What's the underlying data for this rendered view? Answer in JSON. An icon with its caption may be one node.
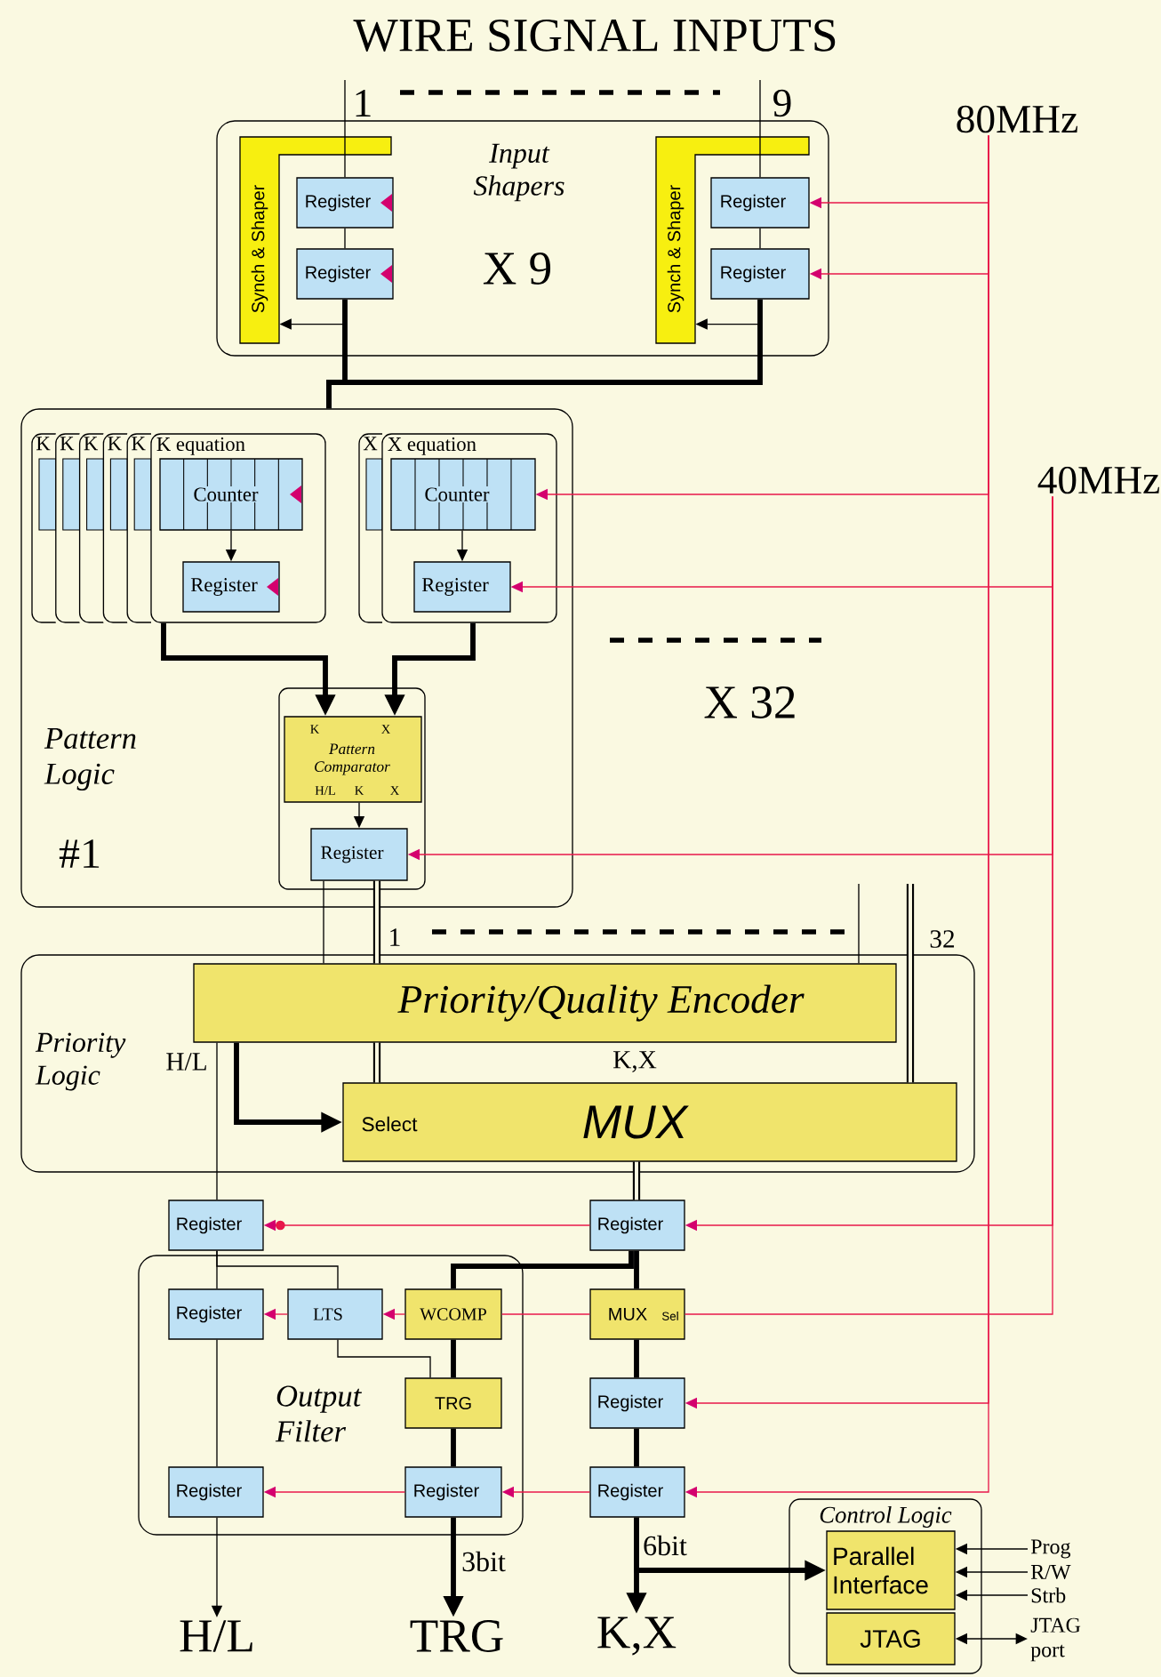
{
  "diagram": {
    "title": "WIRE SIGNAL INPUTS",
    "nodes": [
      {
        "text": [
          "Input Shapers"
        ]
      },
      {
        "text": [
          "Synch & Shaper"
        ],
        "in": 0
      },
      {
        "text": [
          "Register"
        ],
        "in": 0
      },
      {
        "text": [
          "Register"
        ],
        "in": 0
      },
      {
        "text": [
          "Synch & Shaper"
        ],
        "in": 0
      },
      {
        "text": [
          "Register"
        ],
        "in": 0
      },
      {
        "text": [
          "Register"
        ],
        "in": 0
      },
      {
        "text": [
          "Pattern Logic",
          "#1"
        ]
      },
      {
        "text": [
          "K"
        ],
        "in": 7
      },
      {
        "text": [
          "K"
        ],
        "in": 7
      },
      {
        "text": [
          "K"
        ],
        "in": 7
      },
      {
        "text": [
          "K"
        ],
        "in": 7
      },
      {
        "text": [
          "K"
        ],
        "in": 7
      },
      {
        "text": [
          "K equation"
        ],
        "in": 7
      },
      {
        "text": [
          "Counter"
        ],
        "in": 13
      },
      {
        "text": [
          "Register"
        ],
        "in": 13
      },
      {
        "text": [
          "X"
        ],
        "in": 7
      },
      {
        "text": [
          "X equation"
        ],
        "in": 7
      },
      {
        "text": [
          "Counter"
        ],
        "in": 17
      },
      {
        "text": [
          "Register"
        ],
        "in": 17
      },
      {
        "text": [],
        "shape": "box",
        "in": 7
      },
      {
        "text": [
          "K",
          "X",
          "Pattern Comparator",
          "H/L",
          "K",
          "X"
        ],
        "in": 20
      },
      {
        "text": [
          "Register"
        ],
        "in": 20
      },
      {
        "text": [
          "Priority Logic"
        ]
      },
      {
        "text": [
          "Priority/Quality Encoder"
        ],
        "in": 23
      },
      {
        "text": [
          "Select",
          "MUX"
        ],
        "in": 23
      },
      {
        "text": [
          "Register"
        ]
      },
      {
        "text": [
          "Register"
        ]
      },
      {
        "text": [
          "Output Filter"
        ]
      },
      {
        "text": [
          "Register"
        ],
        "in": 28
      },
      {
        "text": [
          "LTS"
        ],
        "in": 28
      },
      {
        "text": [
          "WCOMP"
        ],
        "in": 28
      },
      {
        "text": [
          "MUX",
          "Sel"
        ]
      },
      {
        "text": [
          "TRG"
        ],
        "in": 28
      },
      {
        "text": [
          "Register"
        ]
      },
      {
        "text": [
          "Register"
        ],
        "in": 28
      },
      {
        "text": [
          "Register"
        ],
        "in": 28
      },
      {
        "text": [
          "Register"
        ]
      },
      {
        "text": [
          "Control Logic"
        ]
      },
      {
        "text": [
          "Parallel Interface"
        ],
        "in": 38
      },
      {
        "text": [
          "JTAG"
        ],
        "in": 38
      },
      {
        "text": [
          "H/L"
        ]
      },
      {
        "text": [
          "TRG"
        ]
      },
      {
        "text": [
          "K,X"
        ]
      },
      {
        "text": [
          "Prog"
        ]
      },
      {
        "text": [
          "R/W"
        ]
      },
      {
        "text": [
          "Strb"
        ]
      },
      {
        "text": [
          "JTAG port"
        ]
      },
      {
        "text": [
          "80MHz"
        ]
      },
      {
        "text": [
          "40MHz"
        ]
      }
    ],
    "edges": [
      {
        "from": null,
        "to": 2,
        "arrow": "none"
      },
      {
        "from": 2,
        "to": 3,
        "arrow": "none"
      },
      {
        "from": 3,
        "to": 1,
        "arrow": "to"
      },
      {
        "from": null,
        "to": 5,
        "arrow": "none"
      },
      {
        "from": 5,
        "to": 6,
        "arrow": "none"
      },
      {
        "from": 6,
        "to": 4,
        "arrow": "to"
      },
      {
        "from": 3,
        "to": 7,
        "arrow": "none",
        "style": "thick"
      },
      {
        "from": 6,
        "to": 7,
        "arrow": "none",
        "style": "thick"
      },
      {
        "from": 14,
        "to": 15,
        "arrow": "to"
      },
      {
        "from": 18,
        "to": 19,
        "arrow": "to"
      },
      {
        "from": 13,
        "to": 21,
        "arrow": "to",
        "style": "thick"
      },
      {
        "from": 17,
        "to": 21,
        "arrow": "to",
        "style": "thick"
      },
      {
        "from": 21,
        "to": 22,
        "arrow": "to"
      },
      {
        "from": 22,
        "to": 24,
        "arrow": "none"
      },
      {
        "from": 22,
        "to": 24,
        "arrow": "none",
        "style": "thick"
      },
      {
        "from": null,
        "to": 24,
        "arrow": "none"
      },
      {
        "from": null,
        "to": 25,
        "arrow": "none",
        "style": "thick"
      },
      {
        "from": 24,
        "to": 25,
        "arrow": "to",
        "style": "thick"
      },
      {
        "from": 24,
        "to": 26,
        "arrow": "none"
      },
      {
        "from": 25,
        "to": 27,
        "arrow": "none",
        "style": "thick"
      },
      {
        "from": 26,
        "to": 29,
        "arrow": "none"
      },
      {
        "from": 29,
        "to": 35,
        "arrow": "none"
      },
      {
        "from": 35,
        "to": 41,
        "arrow": "to"
      },
      {
        "from": 26,
        "to": 30,
        "arrow": "none"
      },
      {
        "from": 30,
        "to": 33,
        "arrow": "none"
      },
      {
        "from": 27,
        "to": 31,
        "arrow": "none",
        "style": "thick"
      },
      {
        "from": 27,
        "to": 32,
        "arrow": "none",
        "style": "thick"
      },
      {
        "from": 32,
        "to": 34,
        "arrow": "none",
        "style": "thick"
      },
      {
        "from": 34,
        "to": 37,
        "arrow": "none",
        "style": "thick"
      },
      {
        "from": 37,
        "to": 43,
        "arrow": "to",
        "style": "thick",
        "label": "6bit"
      },
      {
        "from": 37,
        "to": 39,
        "arrow": "to",
        "style": "thick"
      },
      {
        "from": 31,
        "to": 33,
        "arrow": "none",
        "style": "thick"
      },
      {
        "from": 33,
        "to": 36,
        "arrow": "none",
        "style": "thick"
      },
      {
        "from": 36,
        "to": 42,
        "arrow": "to",
        "style": "thick",
        "label": "3bit"
      },
      {
        "from": 44,
        "to": 39,
        "arrow": "to"
      },
      {
        "from": 45,
        "to": 39,
        "arrow": "to"
      },
      {
        "from": 46,
        "to": 39,
        "arrow": "to"
      },
      {
        "from": 40,
        "to": 47,
        "arrow": "both"
      },
      {
        "from": 31,
        "to": 30,
        "arrow": "to",
        "color": "#e8174a"
      },
      {
        "from": 30,
        "to": 29,
        "arrow": "to",
        "color": "#e8174a"
      },
      {
        "from": 37,
        "to": 36,
        "arrow": "to",
        "color": "#e8174a"
      },
      {
        "from": 36,
        "to": 35,
        "arrow": "to",
        "color": "#e8174a"
      },
      {
        "from": 27,
        "to": 26,
        "arrow": "to",
        "color": "#e8174a"
      },
      {
        "from": 32,
        "to": 31,
        "arrow": "none",
        "color": "#e8174a"
      },
      {
        "from": 48,
        "to": 5,
        "arrow": "to",
        "color": "#e8174a"
      },
      {
        "from": 48,
        "to": 6,
        "arrow": "to",
        "color": "#e8174a"
      },
      {
        "from": 48,
        "to": 18,
        "arrow": "to",
        "color": "#e8174a"
      },
      {
        "from": 48,
        "to": 34,
        "arrow": "to",
        "color": "#e8174a"
      },
      {
        "from": 48,
        "to": 37,
        "arrow": "to",
        "color": "#e8174a"
      },
      {
        "from": 49,
        "to": 19,
        "arrow": "to",
        "color": "#e8174a"
      },
      {
        "from": 49,
        "to": 22,
        "arrow": "to",
        "color": "#e8174a"
      },
      {
        "from": 49,
        "to": 27,
        "arrow": "to",
        "color": "#e8174a"
      },
      {
        "from": 49,
        "to": 32,
        "arrow": "none",
        "color": "#e8174a"
      },
      {
        "from": 24,
        "to": 25,
        "arrow": "none",
        "style": "thick"
      }
    ],
    "labels": [
      "1",
      "9",
      "X 9",
      "X 32",
      "1",
      "32",
      "H/L",
      "K,X"
    ]
  }
}
